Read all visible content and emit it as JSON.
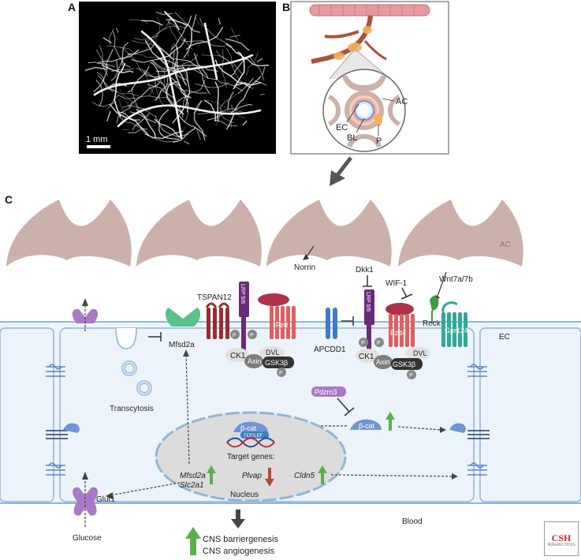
{
  "panels": {
    "a": "A",
    "b": "B",
    "c": "C"
  },
  "panel_a": {
    "scale_label": "1 mm"
  },
  "panel_b": {
    "labels": {
      "ac": "AC",
      "ec": "EC",
      "bl": "BL",
      "p": "P"
    }
  },
  "panel_c": {
    "ac": "AC",
    "ec": "EC",
    "blood": "Blood",
    "ligands": {
      "norrin": "Norrin",
      "dkk1": "Dkk1",
      "wif1": "WIF-1",
      "wnt": "Wnt7a/7b"
    },
    "receptors": {
      "tspan12": "TSPAN12",
      "lrp": "LRP 5/6",
      "fzd": "Fzd",
      "fzd4": "Fzd4",
      "reck": "Reck",
      "gpr124": "Gpr124",
      "apcdd1": "APCDD1"
    },
    "complex": {
      "ck1": "CK1",
      "axin": "Axin",
      "dvl": "DVL",
      "gsk3b": "GSK3β",
      "p": "P"
    },
    "mfsd2a": "Mfsd2a",
    "transcytosis": "Transcytosis",
    "pdzrn3": "Pdzrn3",
    "bcat": "β-cat",
    "tcf_lef": "TCF/LEF",
    "target_genes": "Target genes:",
    "genes": {
      "mfsd2a": "Mfsd2a",
      "slc2a1": "Slc2a1",
      "plvap": "Plvap",
      "cldn5": "Cldn5"
    },
    "nucleus": "Nucleus",
    "glut1": "Glut1",
    "glucose": "Glucose",
    "outcomes": {
      "barrier": "CNS barriergenesis",
      "angio": "CNS angiogenesis"
    }
  },
  "logo": {
    "main": "CSH",
    "sub": "PERSPECTIVES"
  },
  "colors": {
    "astrocyte": "#cbb1a9",
    "endothelium": "#edf3fa",
    "endothelium_border": "#8fb5d8",
    "nucleus": "#dcdcdc",
    "lrp": "#6b2a78",
    "fzd": "#e35d5d",
    "ligand": "#b0304a",
    "gpr124": "#2ea89a",
    "apcdd1": "#3d7cc4",
    "tspan12": "#9a2c2c",
    "mfsd2a": "#59c18a",
    "glut1": "#a879c4",
    "bcat": "#6e95d4",
    "up_arrow": "#5bb04a",
    "down_arrow": "#b64b35"
  }
}
